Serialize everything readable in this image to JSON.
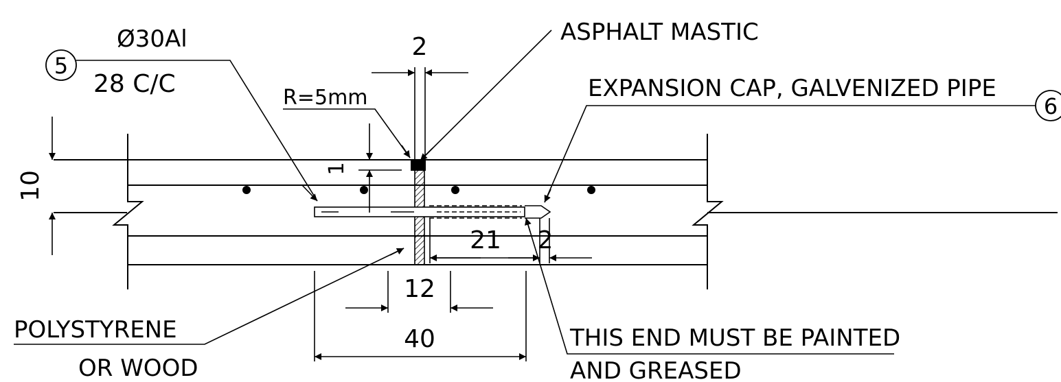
{
  "bar_callout": {
    "number": "5",
    "diameter": "Ø30Al",
    "spacing": "28  C/C"
  },
  "cap_callout": {
    "label": "EXPANSION CAP, GALVENIZED PIPE",
    "number": "6"
  },
  "labels": {
    "asphalt": "ASPHALT MASTIC",
    "radius": "R=5mm",
    "filler_line1": "POLYSTYRENE",
    "filler_line2": "OR WOOD",
    "end_line1": "THIS END MUST BE PAINTED",
    "end_line2": "AND GREASED"
  },
  "dimensions": {
    "joint_width": "2",
    "slab_thickness": "10",
    "cover": "1",
    "cap_length": "21",
    "cap_gap": "2",
    "center_width": "12",
    "total_length": "40"
  },
  "colors": {
    "line": "#000000",
    "background": "#ffffff"
  }
}
